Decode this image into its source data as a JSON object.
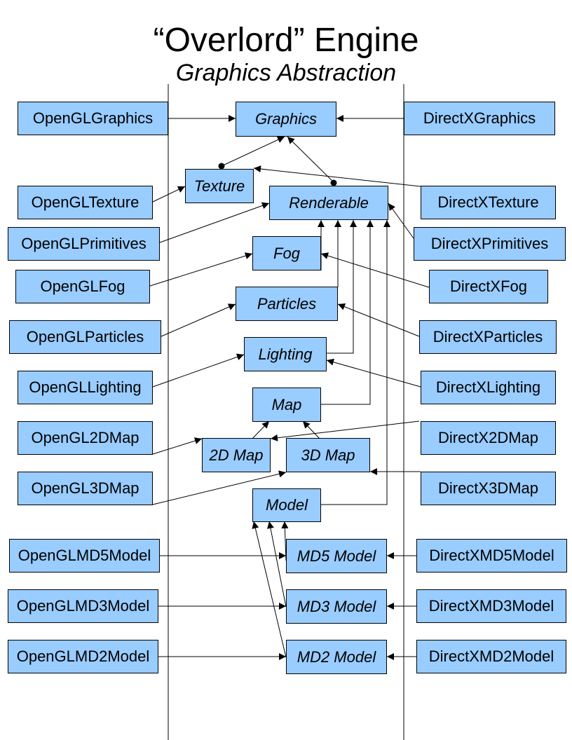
{
  "title": "“Overlord” Engine",
  "subtitle": "Graphics Abstraction",
  "colors": {
    "box_fill": "#99ccff",
    "line": "#000000"
  },
  "abstract": {
    "graphics": "Graphics",
    "texture": "Texture",
    "renderable": "Renderable",
    "fog": "Fog",
    "particles": "Particles",
    "lighting": "Lighting",
    "map": "Map",
    "map2d": "2D Map",
    "map3d": "3D Map",
    "model": "Model",
    "md5": "MD5 Model",
    "md3": "MD3 Model",
    "md2": "MD2 Model"
  },
  "opengl": {
    "graphics": "OpenGLGraphics",
    "texture": "OpenGLTexture",
    "primitives": "OpenGLPrimitives",
    "fog": "OpenGLFog",
    "particles": "OpenGLParticles",
    "lighting": "OpenGLLighting",
    "map2d": "OpenGL2DMap",
    "map3d": "OpenGL3DMap",
    "md5": "OpenGLMD5Model",
    "md3": "OpenGLMD3Model",
    "md2": "OpenGLMD2Model"
  },
  "directx": {
    "graphics": "DirectXGraphics",
    "texture": "DirectXTexture",
    "primitives": "DirectXPrimitives",
    "fog": "DirectXFog",
    "particles": "DirectXParticles",
    "lighting": "DirectXLighting",
    "map2d": "DirectX2DMap",
    "map3d": "DirectX3DMap",
    "md5": "DirectXMD5Model",
    "md3": "DirectXMD3Model",
    "md2": "DirectXMD2Model"
  }
}
